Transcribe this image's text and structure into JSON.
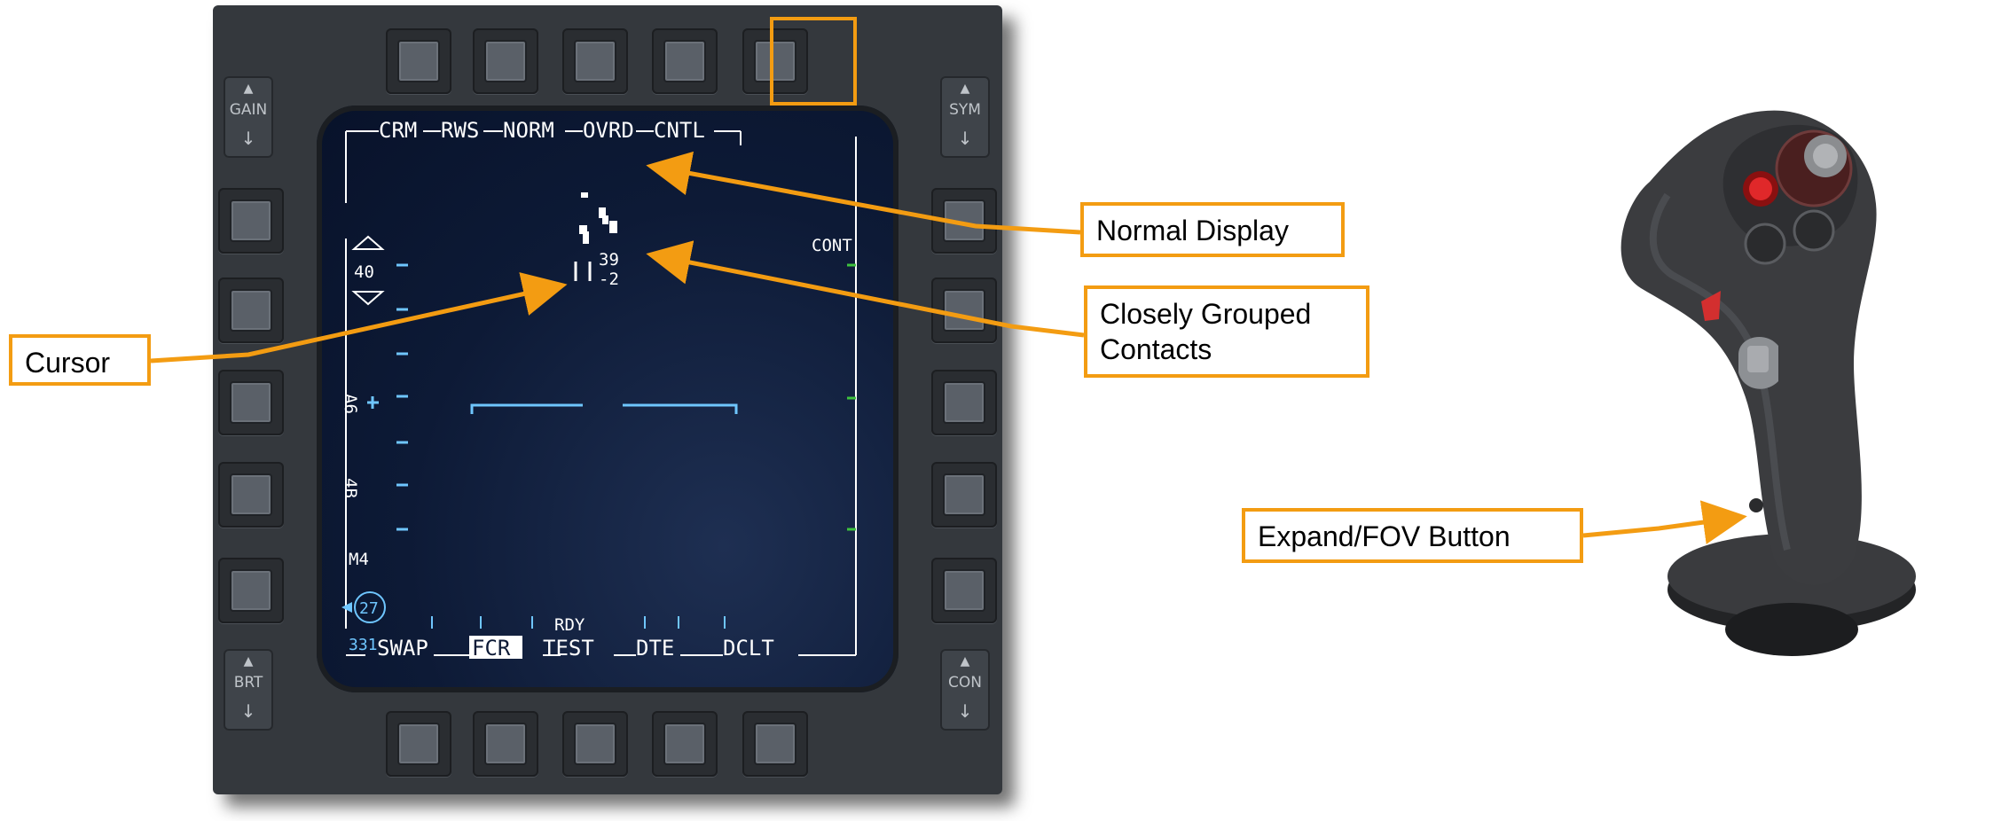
{
  "mfd": {
    "top_osb_count": 5,
    "bottom_osb_count": 5,
    "side_osb_count": 5,
    "rockers": {
      "gain": "GAIN",
      "sym": "SYM",
      "brt": "BRT",
      "con": "CON"
    },
    "screen": {
      "top_labels": [
        "CRM",
        "RWS",
        "NORM",
        "OVRD",
        "CNTL"
      ],
      "bottom_labels": [
        "SWAP",
        "FCR",
        "TEST",
        "DTE",
        "DCLT"
      ],
      "selected_bottom": "FCR",
      "range_value": "40",
      "right_label": "CONT",
      "bar_scan": "A6",
      "azimuth": "4B",
      "mode": "M4",
      "contact_altitude": "39",
      "contact_closure": "-2",
      "ready": "RDY",
      "heading_bug": "27",
      "bottom_left_code": "331"
    }
  },
  "callouts": {
    "normal_display": "Normal Display",
    "closely_grouped_line1": "Closely Grouped",
    "closely_grouped_line2": "Contacts",
    "cursor": "Cursor",
    "expand_fov": "Expand/FOV Button"
  },
  "colors": {
    "accent": "#f39c12",
    "bezel": "#34383d",
    "screen": "#0d1a36",
    "symbology_white": "#ffffff",
    "symbology_cyan": "#6fc6ff",
    "symbology_green": "#3ec23e"
  }
}
